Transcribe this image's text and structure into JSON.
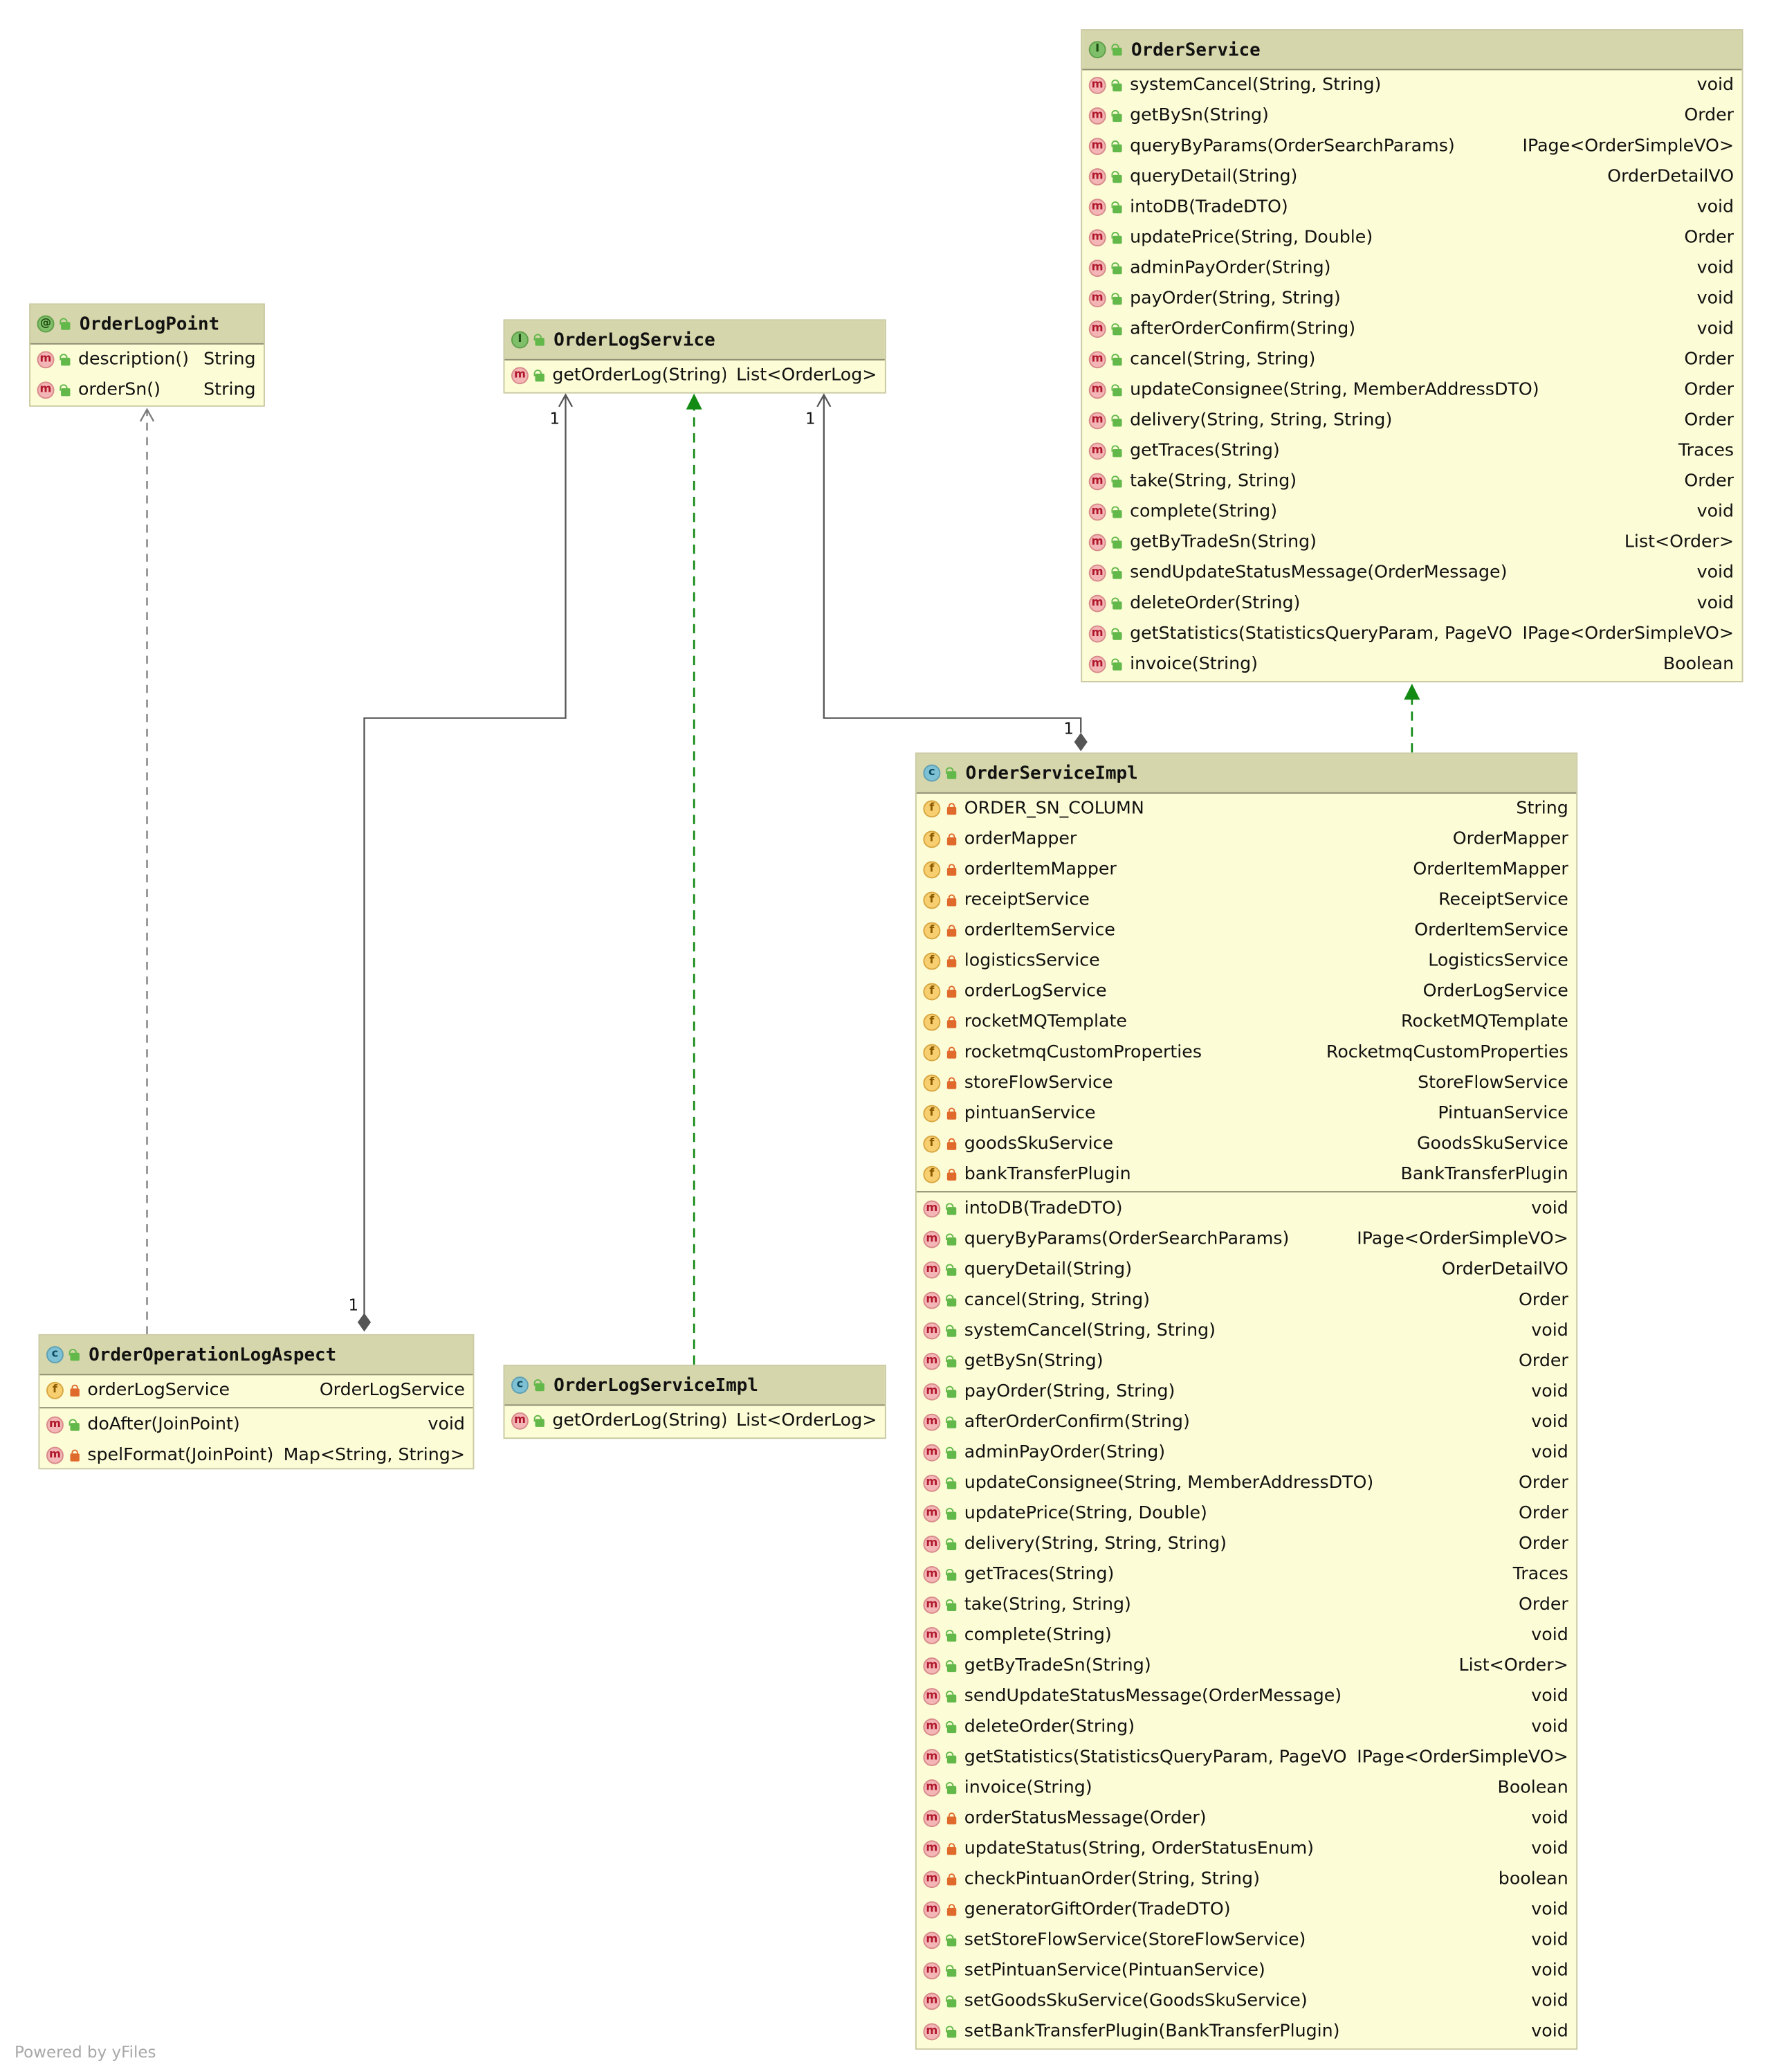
{
  "nodes": {
    "order_service": {
      "kind": "I",
      "name": "OrderService",
      "members": [
        {
          "badge": "m",
          "vis": "pub",
          "label": "systemCancel(String, String)",
          "type": "void"
        },
        {
          "badge": "m",
          "vis": "pub",
          "label": "getBySn(String)",
          "type": "Order"
        },
        {
          "badge": "m",
          "vis": "pub",
          "label": "queryByParams(OrderSearchParams)",
          "type": "IPage<OrderSimpleVO>"
        },
        {
          "badge": "m",
          "vis": "pub",
          "label": "queryDetail(String)",
          "type": "OrderDetailVO"
        },
        {
          "badge": "m",
          "vis": "pub",
          "label": "intoDB(TradeDTO)",
          "type": "void"
        },
        {
          "badge": "m",
          "vis": "pub",
          "label": "updatePrice(String, Double)",
          "type": "Order"
        },
        {
          "badge": "m",
          "vis": "pub",
          "label": "adminPayOrder(String)",
          "type": "void"
        },
        {
          "badge": "m",
          "vis": "pub",
          "label": "payOrder(String, String)",
          "type": "void"
        },
        {
          "badge": "m",
          "vis": "pub",
          "label": "afterOrderConfirm(String)",
          "type": "void"
        },
        {
          "badge": "m",
          "vis": "pub",
          "label": "cancel(String, String)",
          "type": "Order"
        },
        {
          "badge": "m",
          "vis": "pub",
          "label": "updateConsignee(String, MemberAddressDTO)",
          "type": "Order"
        },
        {
          "badge": "m",
          "vis": "pub",
          "label": "delivery(String, String, String)",
          "type": "Order"
        },
        {
          "badge": "m",
          "vis": "pub",
          "label": "getTraces(String)",
          "type": "Traces"
        },
        {
          "badge": "m",
          "vis": "pub",
          "label": "take(String, String)",
          "type": "Order"
        },
        {
          "badge": "m",
          "vis": "pub",
          "label": "complete(String)",
          "type": "void"
        },
        {
          "badge": "m",
          "vis": "pub",
          "label": "getByTradeSn(String)",
          "type": "List<Order>"
        },
        {
          "badge": "m",
          "vis": "pub",
          "label": "sendUpdateStatusMessage(OrderMessage)",
          "type": "void"
        },
        {
          "badge": "m",
          "vis": "pub",
          "label": "deleteOrder(String)",
          "type": "void"
        },
        {
          "badge": "m",
          "vis": "pub",
          "label": "getStatistics(StatisticsQueryParam, PageVO)",
          "type": "IPage<OrderSimpleVO>"
        },
        {
          "badge": "m",
          "vis": "pub",
          "label": "invoice(String)",
          "type": "Boolean"
        }
      ]
    },
    "order_log_point": {
      "kind": "@",
      "name": "OrderLogPoint",
      "members": [
        {
          "badge": "m",
          "vis": "pub",
          "label": "description()",
          "type": "String"
        },
        {
          "badge": "m",
          "vis": "pub",
          "label": "orderSn()",
          "type": "String"
        }
      ]
    },
    "order_log_service": {
      "kind": "I",
      "name": "OrderLogService",
      "members": [
        {
          "badge": "m",
          "vis": "pub",
          "label": "getOrderLog(String)",
          "type": "List<OrderLog>"
        }
      ]
    },
    "order_service_impl": {
      "kind": "C",
      "name": "OrderServiceImpl",
      "fields": [
        {
          "badge": "f",
          "vis": "priv",
          "label": "ORDER_SN_COLUMN",
          "type": "String"
        },
        {
          "badge": "f",
          "vis": "priv",
          "label": "orderMapper",
          "type": "OrderMapper"
        },
        {
          "badge": "f",
          "vis": "priv",
          "label": "orderItemMapper",
          "type": "OrderItemMapper"
        },
        {
          "badge": "f",
          "vis": "priv",
          "label": "receiptService",
          "type": "ReceiptService"
        },
        {
          "badge": "f",
          "vis": "priv",
          "label": "orderItemService",
          "type": "OrderItemService"
        },
        {
          "badge": "f",
          "vis": "priv",
          "label": "logisticsService",
          "type": "LogisticsService"
        },
        {
          "badge": "f",
          "vis": "priv",
          "label": "orderLogService",
          "type": "OrderLogService"
        },
        {
          "badge": "f",
          "vis": "priv",
          "label": "rocketMQTemplate",
          "type": "RocketMQTemplate"
        },
        {
          "badge": "f",
          "vis": "priv",
          "label": "rocketmqCustomProperties",
          "type": "RocketmqCustomProperties"
        },
        {
          "badge": "f",
          "vis": "priv",
          "label": "storeFlowService",
          "type": "StoreFlowService"
        },
        {
          "badge": "f",
          "vis": "priv",
          "label": "pintuanService",
          "type": "PintuanService"
        },
        {
          "badge": "f",
          "vis": "priv",
          "label": "goodsSkuService",
          "type": "GoodsSkuService"
        },
        {
          "badge": "f",
          "vis": "priv",
          "label": "bankTransferPlugin",
          "type": "BankTransferPlugin"
        }
      ],
      "members": [
        {
          "badge": "m",
          "vis": "pub",
          "label": "intoDB(TradeDTO)",
          "type": "void"
        },
        {
          "badge": "m",
          "vis": "pub",
          "label": "queryByParams(OrderSearchParams)",
          "type": "IPage<OrderSimpleVO>"
        },
        {
          "badge": "m",
          "vis": "pub",
          "label": "queryDetail(String)",
          "type": "OrderDetailVO"
        },
        {
          "badge": "m",
          "vis": "pub",
          "label": "cancel(String, String)",
          "type": "Order"
        },
        {
          "badge": "m",
          "vis": "pub",
          "label": "systemCancel(String, String)",
          "type": "void"
        },
        {
          "badge": "m",
          "vis": "pub",
          "label": "getBySn(String)",
          "type": "Order"
        },
        {
          "badge": "m",
          "vis": "pub",
          "label": "payOrder(String, String)",
          "type": "void"
        },
        {
          "badge": "m",
          "vis": "pub",
          "label": "afterOrderConfirm(String)",
          "type": "void"
        },
        {
          "badge": "m",
          "vis": "pub",
          "label": "adminPayOrder(String)",
          "type": "void"
        },
        {
          "badge": "m",
          "vis": "pub",
          "label": "updateConsignee(String, MemberAddressDTO)",
          "type": "Order"
        },
        {
          "badge": "m",
          "vis": "pub",
          "label": "updatePrice(String, Double)",
          "type": "Order"
        },
        {
          "badge": "m",
          "vis": "pub",
          "label": "delivery(String, String, String)",
          "type": "Order"
        },
        {
          "badge": "m",
          "vis": "pub",
          "label": "getTraces(String)",
          "type": "Traces"
        },
        {
          "badge": "m",
          "vis": "pub",
          "label": "take(String, String)",
          "type": "Order"
        },
        {
          "badge": "m",
          "vis": "pub",
          "label": "complete(String)",
          "type": "void"
        },
        {
          "badge": "m",
          "vis": "pub",
          "label": "getByTradeSn(String)",
          "type": "List<Order>"
        },
        {
          "badge": "m",
          "vis": "pub",
          "label": "sendUpdateStatusMessage(OrderMessage)",
          "type": "void"
        },
        {
          "badge": "m",
          "vis": "pub",
          "label": "deleteOrder(String)",
          "type": "void"
        },
        {
          "badge": "m",
          "vis": "pub",
          "label": "getStatistics(StatisticsQueryParam, PageVO)",
          "type": "IPage<OrderSimpleVO>"
        },
        {
          "badge": "m",
          "vis": "pub",
          "label": "invoice(String)",
          "type": "Boolean"
        },
        {
          "badge": "m",
          "vis": "priv",
          "label": "orderStatusMessage(Order)",
          "type": "void"
        },
        {
          "badge": "m",
          "vis": "priv",
          "label": "updateStatus(String, OrderStatusEnum)",
          "type": "void"
        },
        {
          "badge": "m",
          "vis": "priv",
          "label": "checkPintuanOrder(String, String)",
          "type": "boolean"
        },
        {
          "badge": "m",
          "vis": "priv",
          "label": "generatorGiftOrder(TradeDTO)",
          "type": "void"
        },
        {
          "badge": "m",
          "vis": "pub",
          "label": "setStoreFlowService(StoreFlowService)",
          "type": "void"
        },
        {
          "badge": "m",
          "vis": "pub",
          "label": "setPintuanService(PintuanService)",
          "type": "void"
        },
        {
          "badge": "m",
          "vis": "pub",
          "label": "setGoodsSkuService(GoodsSkuService)",
          "type": "void"
        },
        {
          "badge": "m",
          "vis": "pub",
          "label": "setBankTransferPlugin(BankTransferPlugin)",
          "type": "void"
        }
      ]
    },
    "order_operation_log_aspect": {
      "kind": "C",
      "name": "OrderOperationLogAspect",
      "fields": [
        {
          "badge": "f",
          "vis": "priv",
          "label": "orderLogService",
          "type": "OrderLogService"
        }
      ],
      "members": [
        {
          "badge": "m",
          "vis": "pub",
          "label": "doAfter(JoinPoint)",
          "type": "void"
        },
        {
          "badge": "m",
          "vis": "priv",
          "label": "spelFormat(JoinPoint)",
          "type": "Map<String, String>"
        }
      ]
    },
    "order_log_service_impl": {
      "kind": "C",
      "name": "OrderLogServiceImpl",
      "members": [
        {
          "badge": "m",
          "vis": "pub",
          "label": "getOrderLog(String)",
          "type": "List<OrderLog>"
        }
      ]
    }
  },
  "multiplicities": {
    "aspect_to_logservice_src": "1",
    "aspect_to_logservice_dst": "1",
    "impl_to_logservice_src": "1",
    "impl_to_logservice_dst": "1"
  },
  "colors": {
    "realization": "#138a13",
    "dependency": "#7a7a7a",
    "association": "#555555"
  },
  "footer": "Powered by yFiles"
}
